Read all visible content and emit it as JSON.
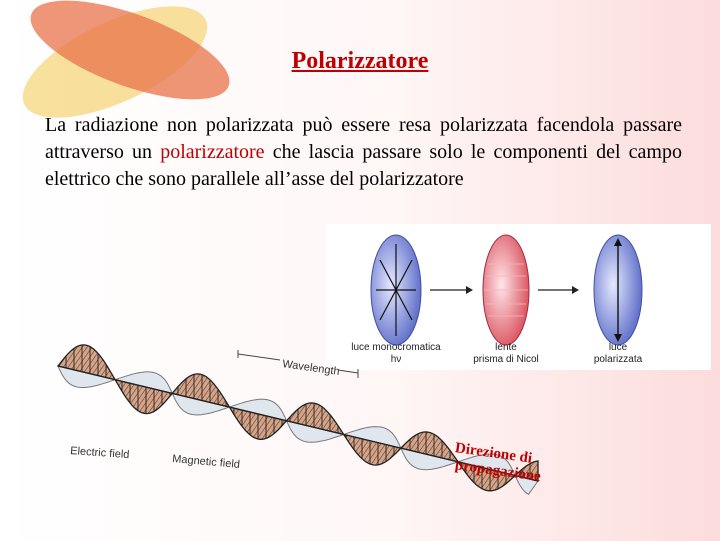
{
  "slide": {
    "title": "Polarizzatore",
    "paragraph_before": "La radiazione non polarizzata può essere resa polarizzata facendola passare attraverso un ",
    "paragraph_highlight": "polarizzatore",
    "paragraph_after": " che lascia passare solo le componenti del campo elettrico che sono parallele all’asse del polarizzatore"
  },
  "polarizer_figure": {
    "label1_line1": "luce monocromatica",
    "label1_line2": "hν",
    "label2_line1": "lente",
    "label2_line2": "prisma di Nicol",
    "label3_line1": "luce",
    "label3_line2": "polarizzata"
  },
  "wave_figure": {
    "wavelength_label": "Wavelength",
    "electric_label": "Electric field",
    "magnetic_label": "Magnetic field",
    "direction_line1": "Direzione di",
    "direction_line2": "propagazione"
  },
  "colors": {
    "title": "#c00000",
    "highlight": "#c00000",
    "deco_orange": "#e8734a",
    "deco_yellow": "#f2c94c",
    "lens_blue": "#6f7fd0",
    "lens_red": "#e05a66"
  }
}
